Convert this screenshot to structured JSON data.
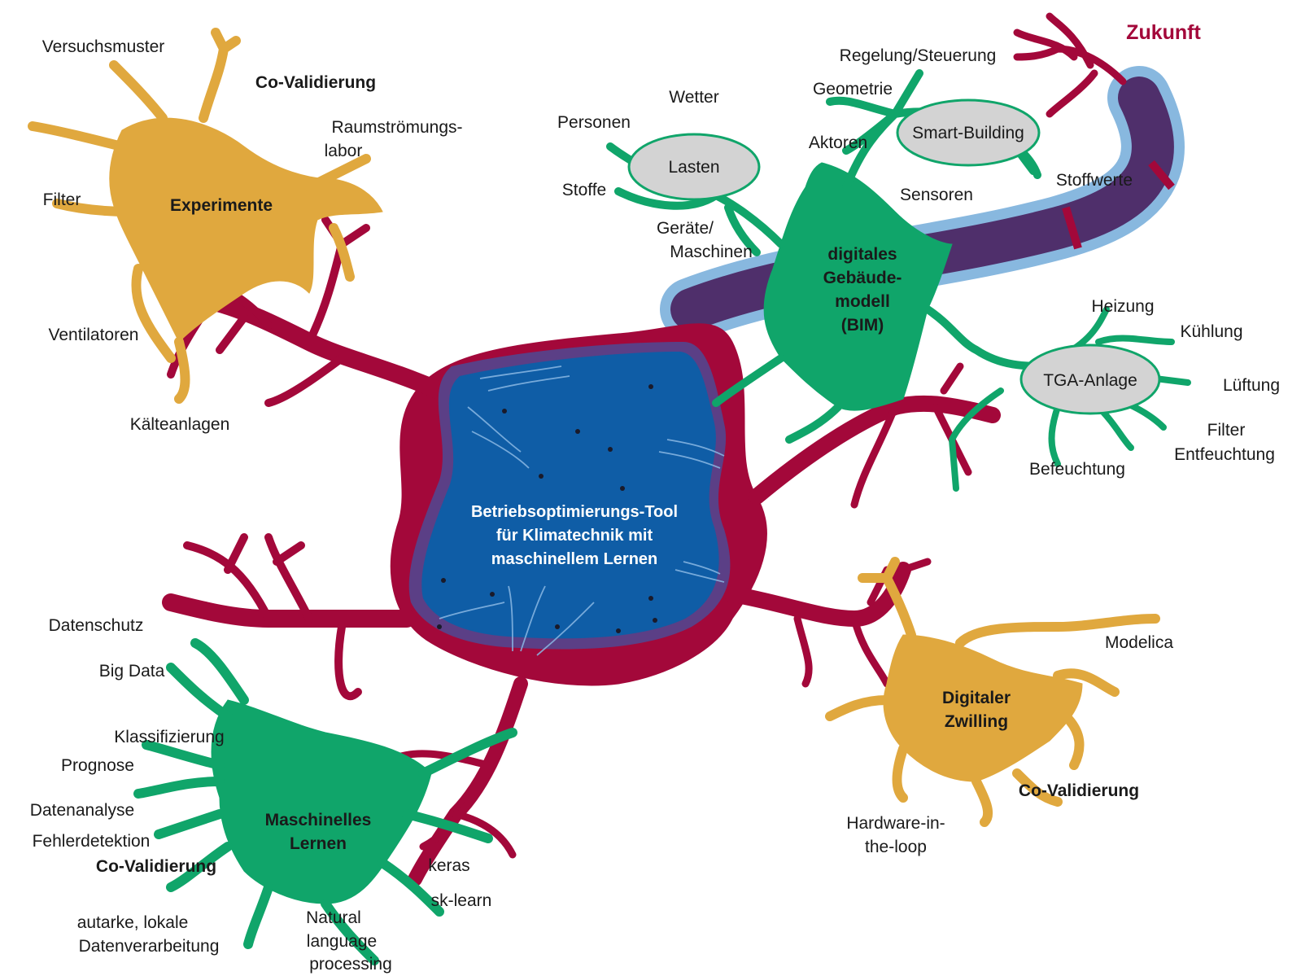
{
  "colors": {
    "crimson": "#a3083a",
    "gold": "#e0a83e",
    "green": "#10a56a",
    "blue": "#0f5da6",
    "purple": "#4f2f6b",
    "lightblue": "#7bb0dc",
    "grey": "#d3d3d3"
  },
  "center": {
    "line1": "Betriebsoptimierungs-Tool",
    "line2": "für Klimatechnik mit",
    "line3": "maschinellem Lernen"
  },
  "experimente": {
    "title": "Experimente",
    "versuchsmuster": "Versuchsmuster",
    "co_validierung": "Co-Validierung",
    "raum1": "Raumströmungs-",
    "raum2": "labor",
    "filter": "Filter",
    "ventilatoren": "Ventilatoren",
    "kaelte": "Kälteanlagen"
  },
  "bim": {
    "line1": "digitales",
    "line2": "Gebäude-",
    "line3": "modell",
    "line4": "(BIM)",
    "lasten": "Lasten",
    "personen": "Personen",
    "wetter": "Wetter",
    "stoffe": "Stoffe",
    "geraete1": "Geräte/",
    "geraete2": "Maschinen",
    "smart_building": "Smart-Building",
    "regelung": "Regelung/Steuerung",
    "geometrie": "Geometrie",
    "aktoren": "Aktoren",
    "sensoren": "Sensoren",
    "stoffwerte": "Stoffwerte"
  },
  "zukunft": "Zukunft",
  "tga": {
    "title": "TGA-Anlage",
    "heizung": "Heizung",
    "kuehlung": "Kühlung",
    "lueftung": "Lüftung",
    "filter": "Filter",
    "entfeuchtung": "Entfeuchtung",
    "befeuchtung": "Befeuchtung"
  },
  "ml": {
    "line1": "Maschinelles",
    "line2": "Lernen",
    "datenschutz": "Datenschutz",
    "big_data": "Big Data",
    "klassifizierung": "Klassifizierung",
    "prognose": "Prognose",
    "datenanalyse": "Datenanalyse",
    "fehlerdetektion": "Fehlerdetektion",
    "co_validierung": "Co-Validierung",
    "autarke1": "autarke, lokale",
    "autarke2": "Datenverarbeitung",
    "nlp1": "Natural",
    "nlp2": "language",
    "nlp3": "processing",
    "keras": "keras",
    "sklearn": "sk-learn"
  },
  "zwilling": {
    "line1": "Digitaler",
    "line2": "Zwilling",
    "modelica": "Modelica",
    "co_validierung": "Co-Validierung",
    "hil1": "Hardware-in-",
    "hil2": "the-loop"
  }
}
